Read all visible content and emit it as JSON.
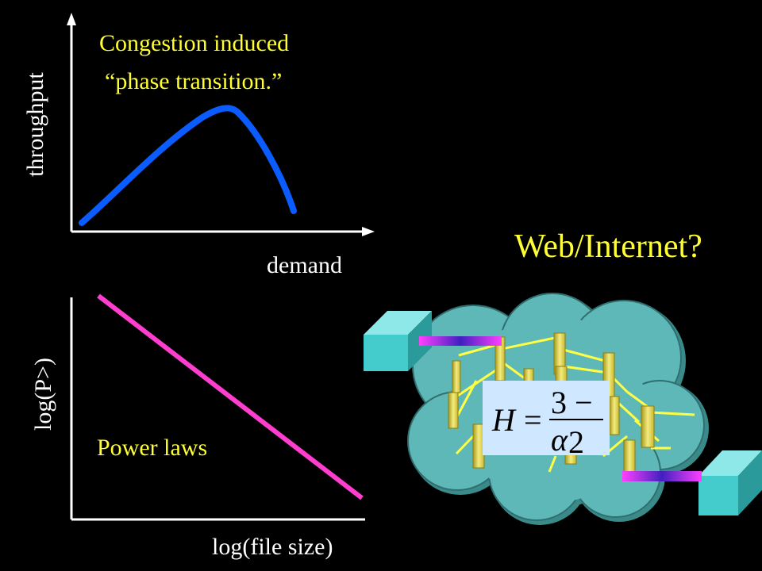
{
  "top_chart": {
    "annotation_line1": "Congestion induced",
    "annotation_line2": "“phase transition.”",
    "ylabel": "throughput",
    "xlabel": "demand",
    "curve_color": "#0a5cff"
  },
  "bottom_chart": {
    "ylabel": "log(P>)",
    "xlabel": "log(file size)",
    "annotation": "Power laws",
    "line_color": "#ff3ecf"
  },
  "web_title": "Web/Internet?",
  "formula": {
    "lhs": "H",
    "equals": "=",
    "numerator_prefix": "3 − ",
    "numerator_symbol": "α",
    "denominator": "2"
  },
  "colors": {
    "background": "#000000",
    "annotation_text": "#ffff33",
    "axis": "#ffffff",
    "cloud": "#5fb8b8",
    "cube": "#44cccc",
    "router": "#e8e060",
    "link": "#ffff44"
  }
}
